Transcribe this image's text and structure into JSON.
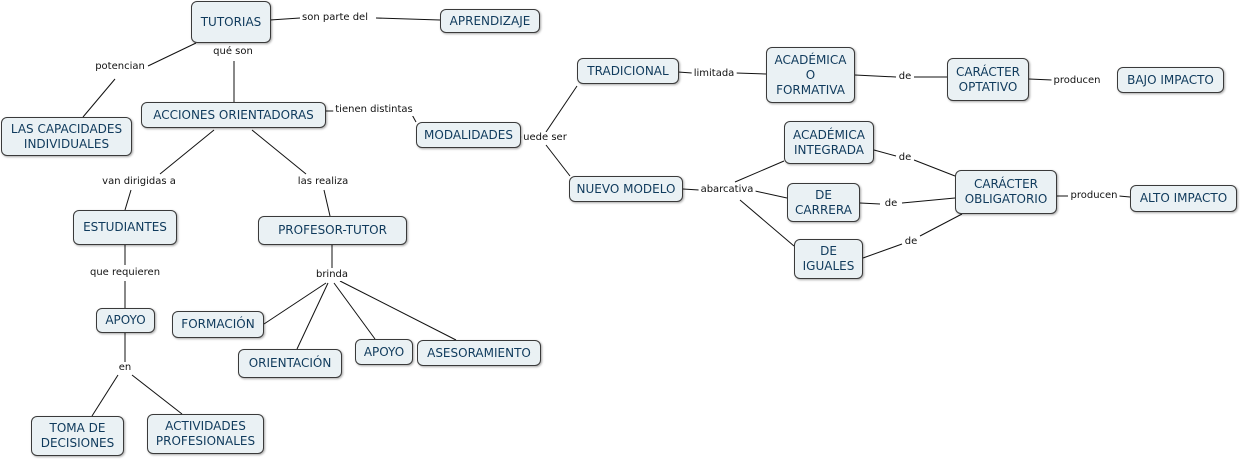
{
  "concepts": {
    "tutorias": "TUTORIAS",
    "aprendizaje": "APRENDIZAJE",
    "capacidades": "LAS CAPACIDADES\nINDIVIDUALES",
    "acciones": "ACCIONES ORIENTADORAS",
    "modalidades": "MODALIDADES",
    "estudiantes": "ESTUDIANTES",
    "profesor": "PROFESOR-TUTOR",
    "apoyo_estudiantes": "APOYO",
    "formacion": "FORMACIÓN",
    "orientacion": "ORIENTACIÓN",
    "apoyo_profesor": "APOYO",
    "asesoramiento": "ASESORAMIENTO",
    "toma_decisiones": "TOMA DE\nDECISIONES",
    "actividades": "ACTIVIDADES\nPROFESIONALES",
    "tradicional": "TRADICIONAL",
    "academica_formativa": "ACADÉMICA\nO\nFORMATIVA",
    "caracter_optativo": "CARÁCTER\nOPTATIVO",
    "bajo_impacto": "BAJO IMPACTO",
    "nuevo_modelo": "NUEVO MODELO",
    "academica_integrada": "ACADÉMICA\nINTEGRADA",
    "de_carrera": "DE\nCARRERA",
    "de_iguales": "DE\nIGUALES",
    "caracter_obligatorio": "CARÁCTER\nOBLIGATORIO",
    "alto_impacto": "ALTO IMPACTO"
  },
  "links": {
    "son_parte_del": "son parte del",
    "potencian": "potencian",
    "que_son": "qué son",
    "tienen_distintas": "tienen distintas",
    "puede_ser": "uede ser",
    "van_dirigidas_a": "van dirigidas a",
    "las_realiza": "las realiza",
    "que_requieren": "que requieren",
    "brinda": "brinda",
    "en": "en",
    "limitada": "limitada",
    "de_1": "de",
    "producen_1": "producen",
    "abarcativa": "abarcativa",
    "de_2": "de",
    "de_3": "de",
    "de_4": "de",
    "producen_2": "producen"
  },
  "colors": {
    "concept_fill": "#eaf1f4",
    "concept_text": "#0f3a5c",
    "concept_border": "#3a3a3a",
    "line": "#111111",
    "background": "#ffffff"
  }
}
